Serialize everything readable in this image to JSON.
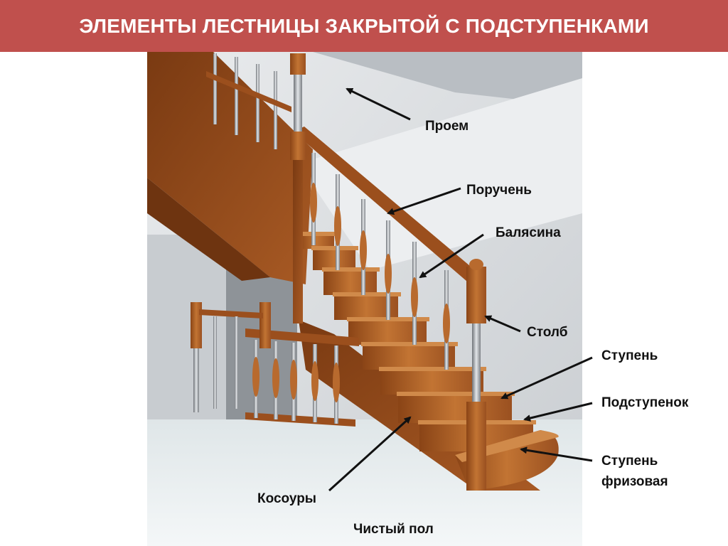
{
  "title": "ЭЛЕМЕНТЫ ЛЕСТНИЦЫ ЗАКРЫТОЙ С ПОДСТУПЕНКАМИ",
  "labels": {
    "opening": "Проем",
    "handrail": "Поручень",
    "baluster": "Балясина",
    "post": "Столб",
    "step": "Ступень",
    "riser": "Подступенок",
    "frieze_step_line1": "Ступень",
    "frieze_step_line2": "фризовая",
    "stringers": "Косоуры",
    "finished_floor": "Чистый пол"
  },
  "colors": {
    "title_bar": "#c0504d",
    "title_text": "#ffffff",
    "wood": "#b5652a",
    "wall": "#d9dcdf",
    "floor": "#e8eef0"
  }
}
